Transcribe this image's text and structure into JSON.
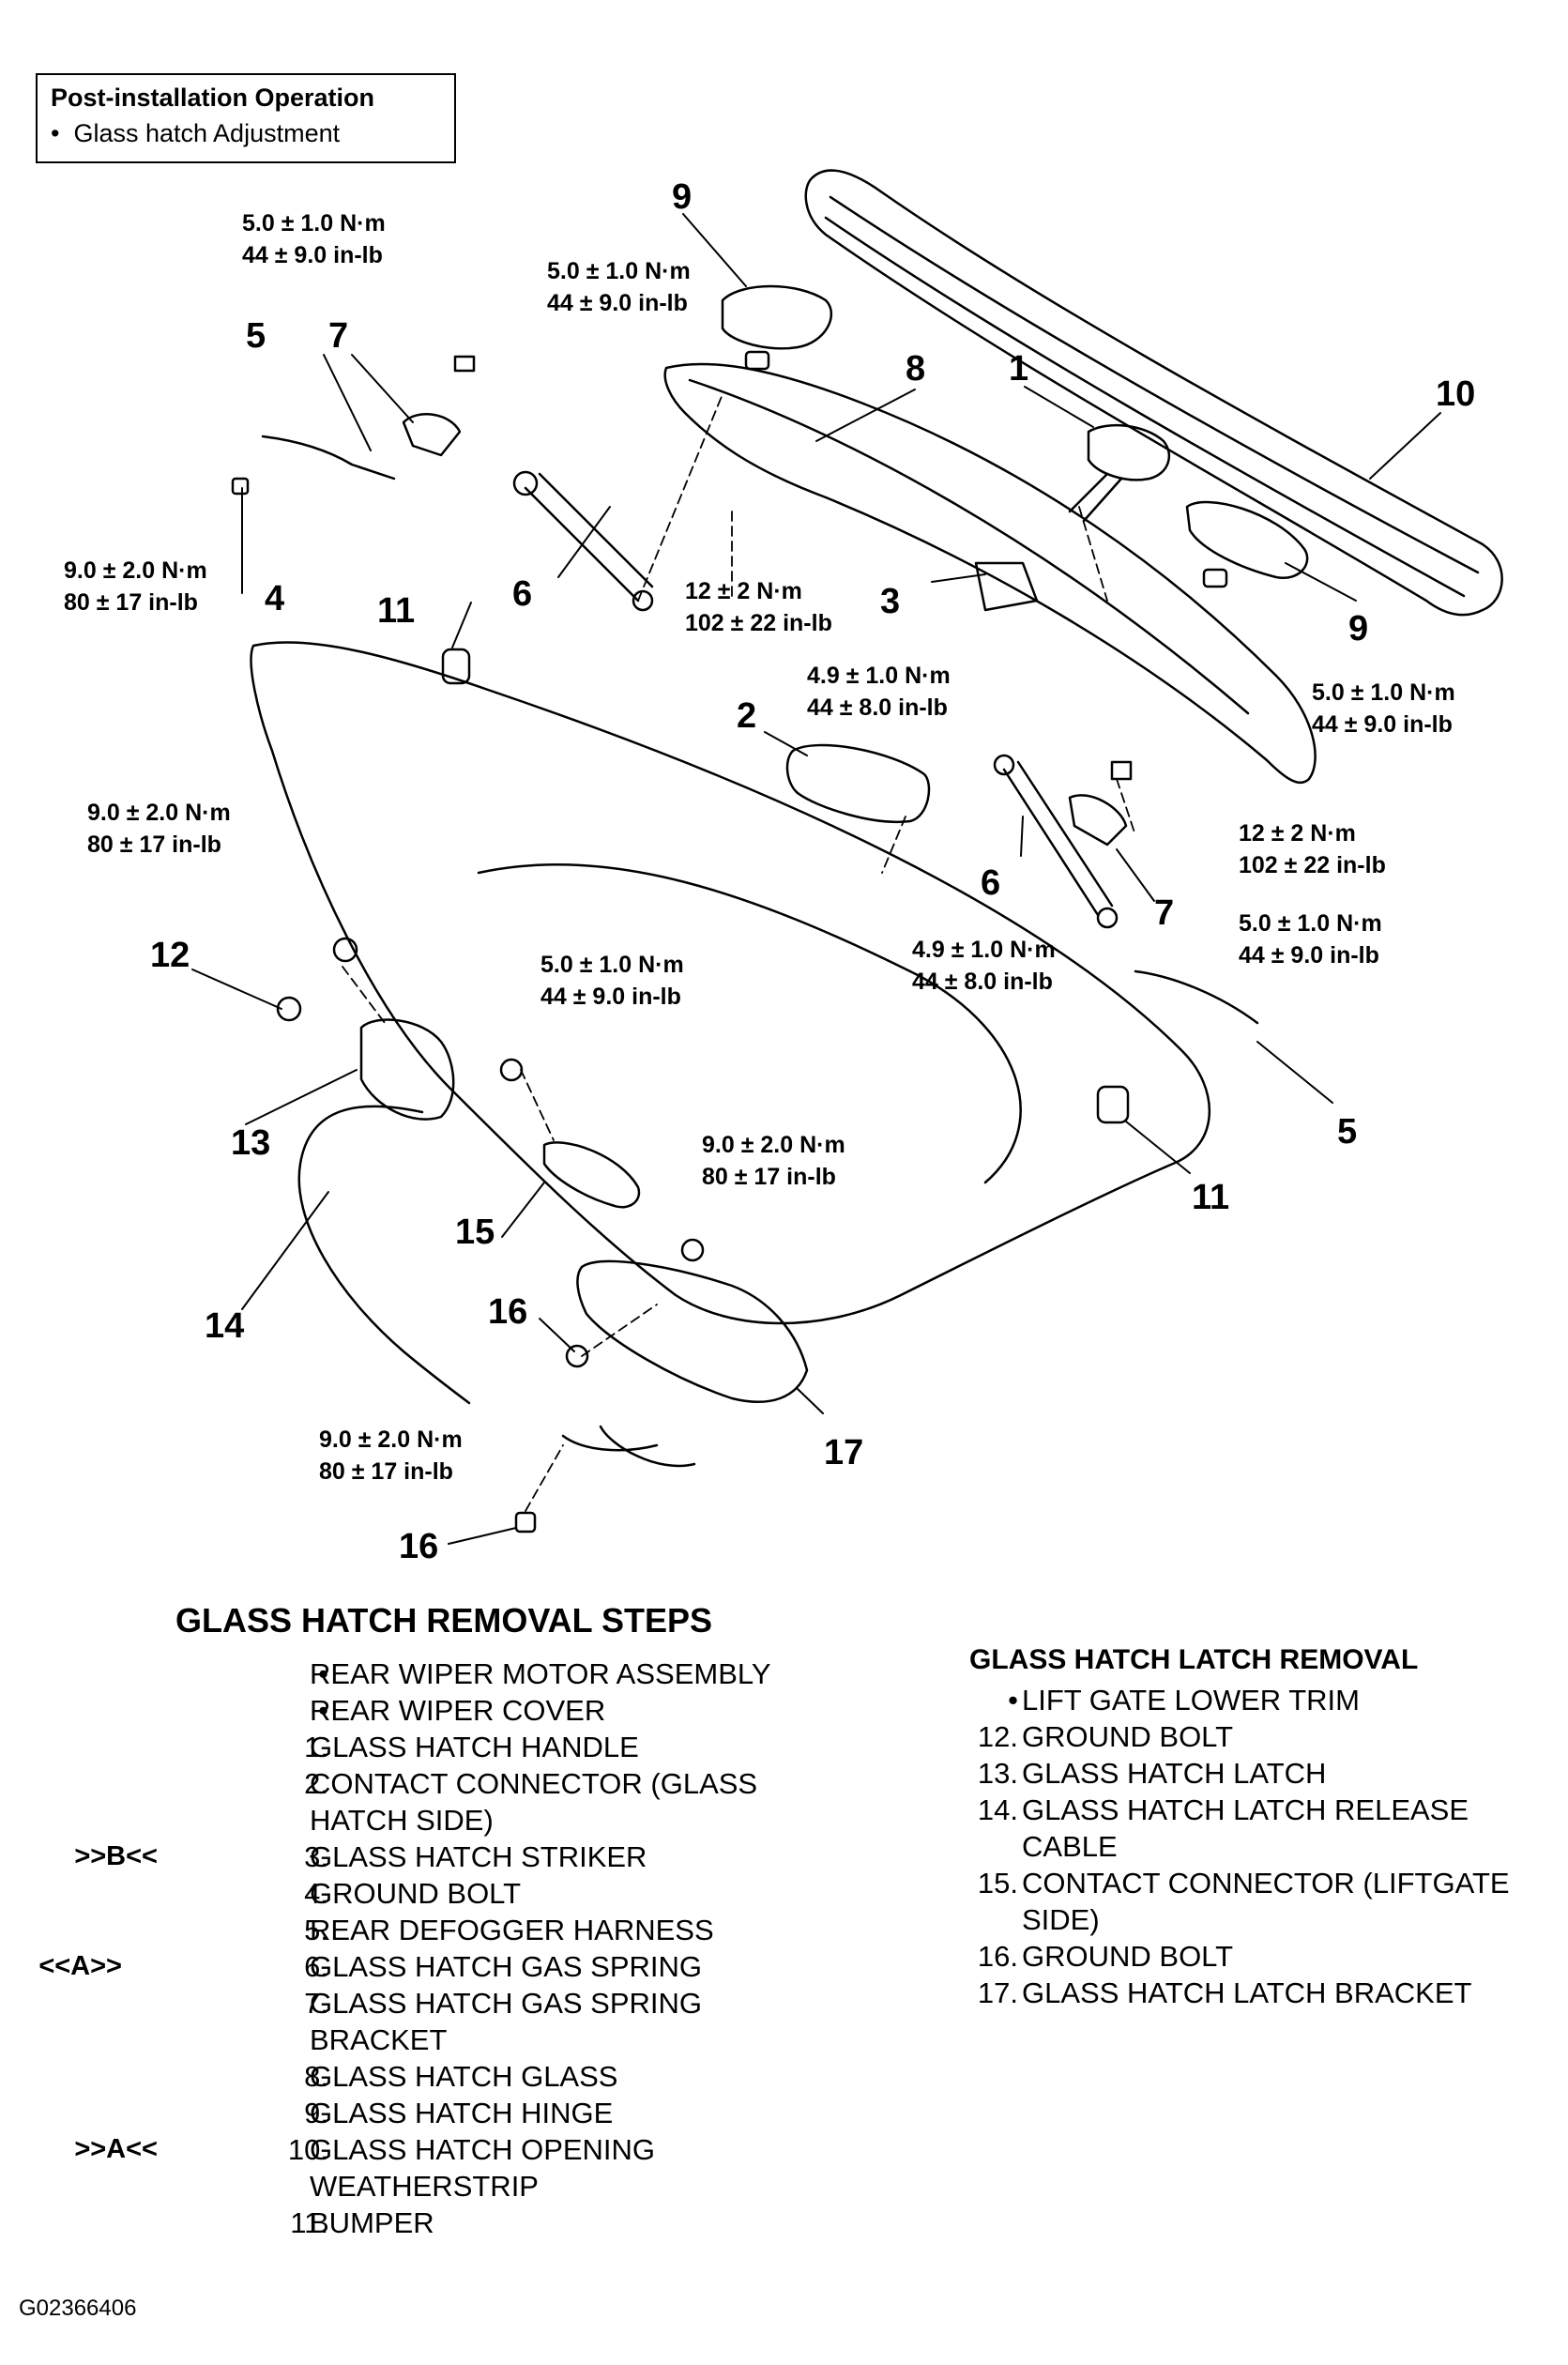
{
  "post_installation": {
    "title": "Post-installation Operation",
    "item": "Glass hatch Adjustment"
  },
  "diagram": {
    "callouts": [
      "9",
      "5",
      "7",
      "8",
      "1",
      "10",
      "6",
      "4",
      "11",
      "3",
      "9",
      "2",
      "6",
      "7",
      "12",
      "13",
      "15",
      "14",
      "16",
      "17",
      "5",
      "11",
      "16"
    ],
    "torques": [
      {
        "nm": "5.0 ± 1.0 N·m",
        "inlb": "44 ± 9.0 in-lb"
      },
      {
        "nm": "5.0 ± 1.0 N·m",
        "inlb": "44 ± 9.0 in-lb"
      },
      {
        "nm": "9.0 ± 2.0 N·m",
        "inlb": "80 ± 17 in-lb"
      },
      {
        "nm": "12 ± 2 N·m",
        "inlb": "102 ± 22 in-lb"
      },
      {
        "nm": "4.9 ± 1.0 N·m",
        "inlb": "44 ± 8.0 in-lb"
      },
      {
        "nm": "5.0 ± 1.0 N·m",
        "inlb": "44 ± 9.0 in-lb"
      },
      {
        "nm": "9.0 ± 2.0 N·m",
        "inlb": "80 ± 17 in-lb"
      },
      {
        "nm": "12 ± 2 N·m",
        "inlb": "102 ± 22 in-lb"
      },
      {
        "nm": "5.0 ± 1.0 N·m",
        "inlb": "44 ± 9.0 in-lb"
      },
      {
        "nm": "5.0 ± 1.0 N·m",
        "inlb": "44 ± 9.0 in-lb"
      },
      {
        "nm": "4.9 ± 1.0 N·m",
        "inlb": "44 ± 8.0 in-lb"
      },
      {
        "nm": "9.0 ± 2.0 N·m",
        "inlb": "80 ± 17 in-lb"
      },
      {
        "nm": "9.0 ± 2.0 N·m",
        "inlb": "80 ± 17 in-lb"
      }
    ]
  },
  "removal_steps": {
    "title": "GLASS HATCH REMOVAL STEPS",
    "items": [
      {
        "prefix": "",
        "num": "•",
        "text": "REAR WIPER MOTOR ASSEMBLY"
      },
      {
        "prefix": "",
        "num": "•",
        "text": "REAR WIPER COVER"
      },
      {
        "prefix": "",
        "num": "1.",
        "text": "GLASS HATCH HANDLE"
      },
      {
        "prefix": "",
        "num": "2.",
        "text": "CONTACT CONNECTOR (GLASS HATCH SIDE)"
      },
      {
        "prefix": ">>B<<",
        "num": "3.",
        "text": "GLASS HATCH STRIKER"
      },
      {
        "prefix": "",
        "num": "4.",
        "text": "GROUND BOLT"
      },
      {
        "prefix": "",
        "num": "5.",
        "text": "REAR DEFOGGER HARNESS"
      },
      {
        "prefix": "<<A>>",
        "num": "6.",
        "text": "GLASS HATCH GAS SPRING"
      },
      {
        "prefix": "",
        "num": "7.",
        "text": "GLASS HATCH GAS SPRING BRACKET"
      },
      {
        "prefix": "",
        "num": "8.",
        "text": "GLASS HATCH GLASS"
      },
      {
        "prefix": "",
        "num": "9.",
        "text": "GLASS HATCH HINGE"
      },
      {
        "prefix": ">>A<<",
        "num": "10.",
        "text": "GLASS HATCH OPENING WEATHERSTRIP"
      },
      {
        "prefix": "",
        "num": "11.",
        "text": "BUMPER"
      }
    ]
  },
  "latch_removal": {
    "title": "GLASS HATCH LATCH REMOVAL",
    "items": [
      {
        "num": "•",
        "text": "LIFT GATE LOWER TRIM"
      },
      {
        "num": "12.",
        "text": "GROUND BOLT"
      },
      {
        "num": "13.",
        "text": "GLASS HATCH LATCH"
      },
      {
        "num": "14.",
        "text": "GLASS HATCH LATCH RELEASE CABLE"
      },
      {
        "num": "15.",
        "text": "CONTACT CONNECTOR (LIFTGATE SIDE)"
      },
      {
        "num": "16.",
        "text": "GROUND BOLT"
      },
      {
        "num": "17.",
        "text": "GLASS HATCH LATCH BRACKET"
      }
    ]
  },
  "figure_id": "G02366406"
}
